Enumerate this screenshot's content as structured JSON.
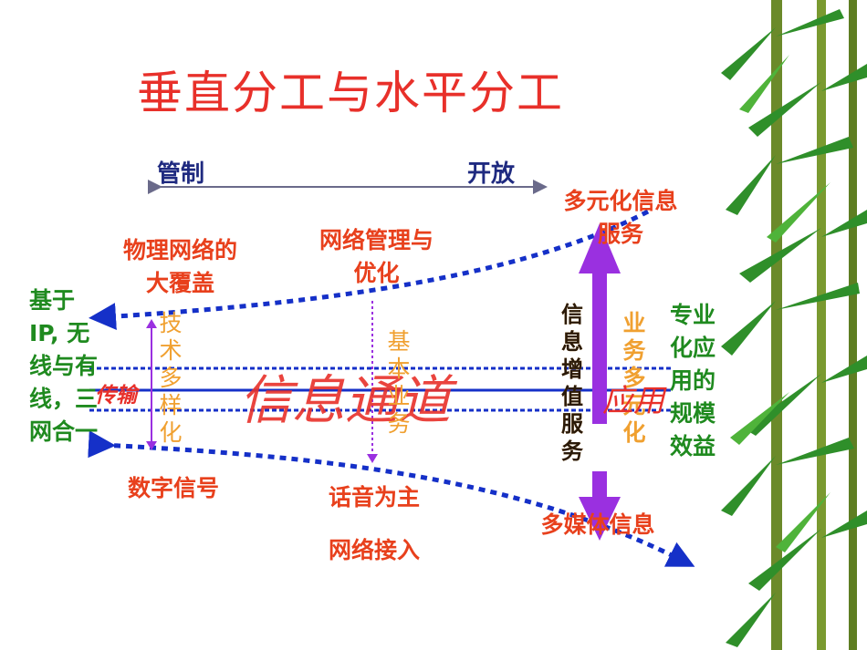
{
  "slide": {
    "title": "垂直分工与水平分工",
    "scale": {
      "left": "管制",
      "right": "开放"
    },
    "labels": {
      "top_left": "物理网络的大覆盖",
      "top_middle": "网络管理与优化",
      "top_right": "多元化信息服务",
      "left_side": "基于IP, 无线与有线，三网合一",
      "transport": "传输",
      "tech_diversity": "技术多样化",
      "info_channel": "信息通道",
      "basic_service": "基本业务",
      "value_added": "信息增值服务",
      "service_diversity": "业务多元化",
      "app": "应用",
      "right_side": "专业化应用的规模效益",
      "digital_signal": "数字信号",
      "voice": "话音为主",
      "access": "网络接入",
      "multimedia": "多媒体信息"
    },
    "colors": {
      "title": "#e8302a",
      "scale": "#1f2a80",
      "dotted_arrow": "#1530c8",
      "purple_arrow": "#9a30e0",
      "orange": "#f0a030",
      "red": "#e8401c",
      "green": "#1f8a1f"
    }
  }
}
